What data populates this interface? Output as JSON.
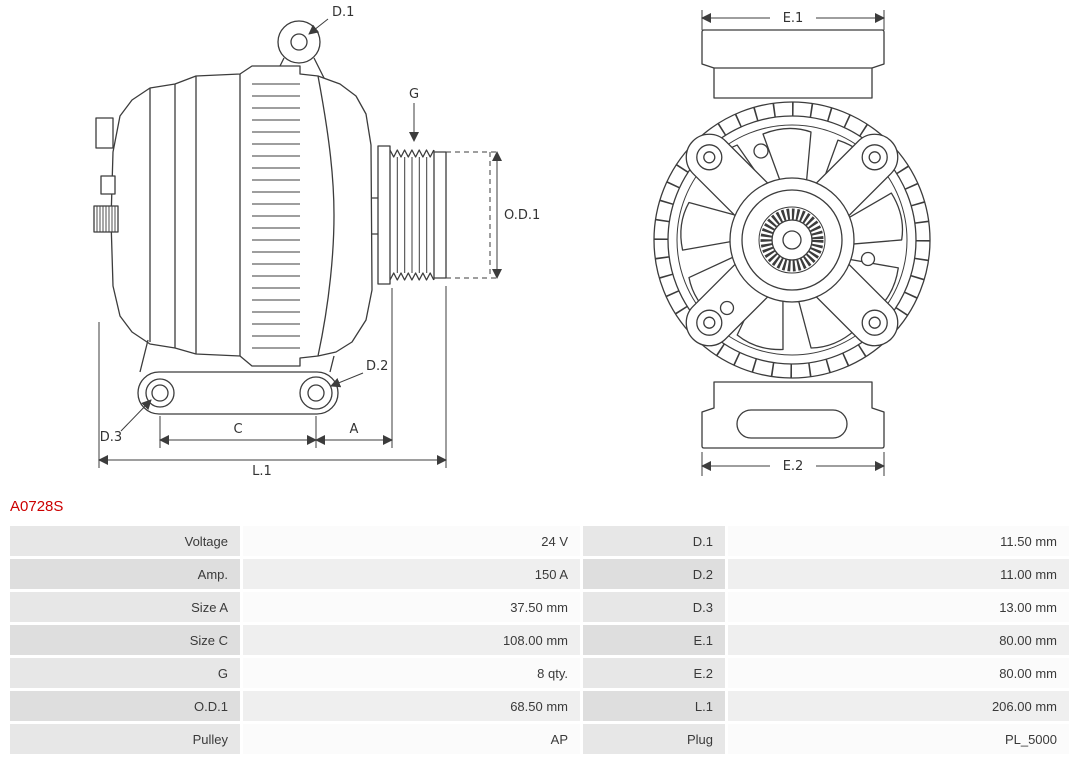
{
  "part_number": "A0728S",
  "accent_color": "#cc0000",
  "drawing": {
    "side_view": {
      "d1": "D.1",
      "g": "G",
      "od1": "O.D.1",
      "d2": "D.2",
      "d3": "D.3",
      "c": "C",
      "a": "A",
      "l1": "L.1"
    },
    "front_view": {
      "e1": "E.1",
      "e2": "E.2"
    }
  },
  "specs": {
    "rows": [
      {
        "label": "Voltage",
        "value": "24 V",
        "label2": "D.1",
        "value2": "11.50 mm"
      },
      {
        "label": "Amp.",
        "value": "150 A",
        "label2": "D.2",
        "value2": "11.00 mm"
      },
      {
        "label": "Size A",
        "value": "37.50 mm",
        "label2": "D.3",
        "value2": "13.00 mm"
      },
      {
        "label": "Size C",
        "value": "108.00 mm",
        "label2": "E.1",
        "value2": "80.00 mm"
      },
      {
        "label": "G",
        "value": "8 qty.",
        "label2": "E.2",
        "value2": "80.00 mm"
      },
      {
        "label": "O.D.1",
        "value": "68.50 mm",
        "label2": "L.1",
        "value2": "206.00 mm"
      },
      {
        "label": "Pulley",
        "value": "AP",
        "label2": "Plug",
        "value2": "PL_5000"
      }
    ]
  }
}
